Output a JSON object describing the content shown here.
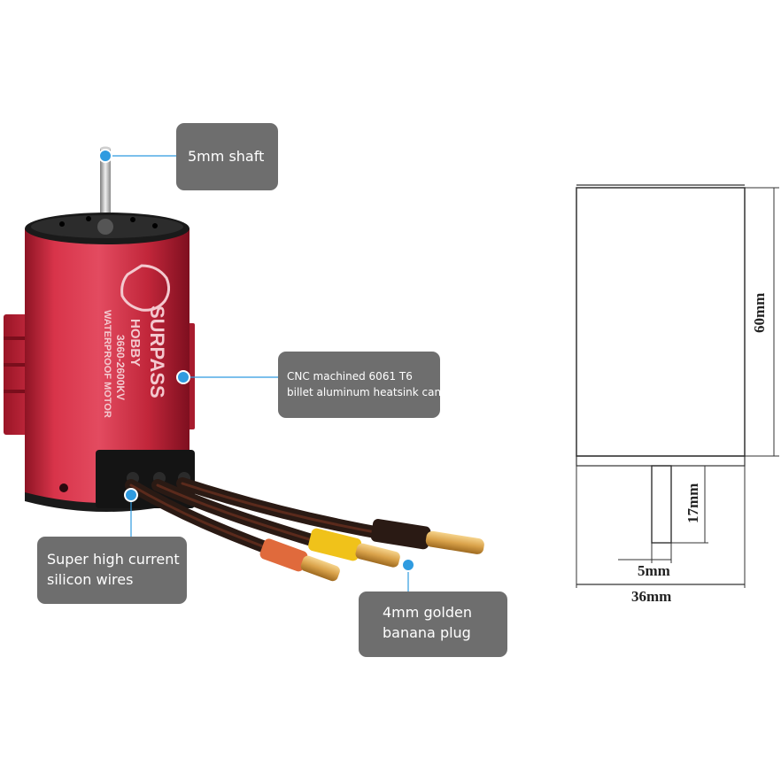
{
  "callouts": {
    "shaft": "5mm shaft",
    "heatsink_line1": "CNC machined 6061 T6",
    "heatsink_line2": "billet aluminum heatsink can",
    "wires_line1": "Super high current",
    "wires_line2": "silicon wires",
    "plug_line1": "4mm golden",
    "plug_line2": "banana plug"
  },
  "motor_label": {
    "brand1": "SURPASS",
    "brand2": "HOBBY",
    "model": "3660-2600KV",
    "type": "WATERPROOF MOTOR"
  },
  "dimensions": {
    "height": "60mm",
    "shaft_length": "17mm",
    "shaft_diameter": "5mm",
    "width": "36mm"
  },
  "colors": {
    "can": "#c8283c",
    "callout_bg": "#6e6e6e",
    "pointer": "#2f9be0",
    "plug_red": "#e06a3c",
    "plug_yellow": "#f0c21a",
    "plug_black": "#2a1a14",
    "gold": "#d9a24a"
  }
}
